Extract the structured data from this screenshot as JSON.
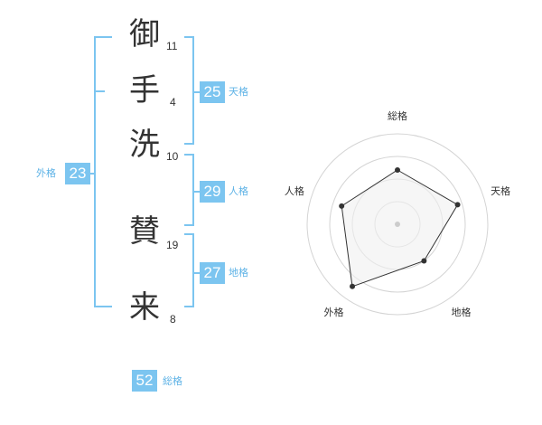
{
  "name": {
    "chars": [
      {
        "kanji": "御",
        "strokes": "11"
      },
      {
        "kanji": "手",
        "strokes": "4"
      },
      {
        "kanji": "洗",
        "strokes": "10"
      },
      {
        "kanji": "賛",
        "strokes": "19"
      },
      {
        "kanji": "来",
        "strokes": "8"
      }
    ]
  },
  "scores": {
    "tenkaku": {
      "value": "25",
      "label": "天格"
    },
    "jinkaku": {
      "value": "29",
      "label": "人格"
    },
    "chikaku": {
      "value": "27",
      "label": "地格"
    },
    "gaikaku": {
      "value": "23",
      "label": "外格"
    },
    "soukaku": {
      "value": "52",
      "label": "総格"
    }
  },
  "colors": {
    "accent": "#7cc5f0",
    "accent_text": "#5db2e6",
    "grid": "#d4d4d4",
    "fill": "#f0f0f0"
  },
  "chart_data": {
    "type": "radar",
    "axes": [
      "総格",
      "天格",
      "地格",
      "外格",
      "人格"
    ],
    "values": [
      0.6,
      0.7,
      0.5,
      0.85,
      0.65
    ],
    "range": [
      0,
      1
    ],
    "rings": 4
  }
}
